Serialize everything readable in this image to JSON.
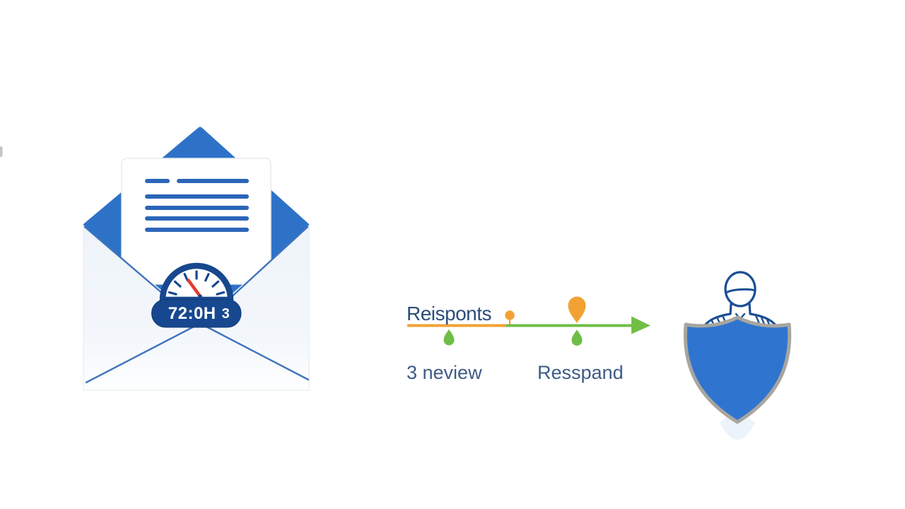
{
  "scene": {
    "background": "#ffffff"
  },
  "envelope_panel": {
    "timer_badge": {
      "value": "72:0H",
      "suffix": "3"
    },
    "icons": [
      "envelope-icon",
      "letter-icon",
      "timer-gauge-icon"
    ]
  },
  "timeline_panel": {
    "title": "Reisponts",
    "start_label": "3 neview",
    "end_label": "Resspand",
    "icons": [
      "milestone-dot-icon",
      "milestone-pin-icon",
      "drop-marker-icon",
      "timeline-arrow-icon"
    ]
  },
  "shield_panel": {
    "icons": [
      "person-icon",
      "shield-icon"
    ]
  },
  "colors": {
    "background": "#ffffff",
    "envelope_blue": "#2e72c8",
    "pill_blue": "#17488f",
    "letter_line_blue": "#2b66b8",
    "needle_red": "#e23b2e",
    "orange": "#f2a235",
    "green": "#6fbe45",
    "title_blue": "#2c4d7d",
    "label_blue": "#3c5b85",
    "shield_blue": "#2f75cf",
    "shield_border": "#a8a5a0",
    "person_outline": "#1b4f94"
  }
}
